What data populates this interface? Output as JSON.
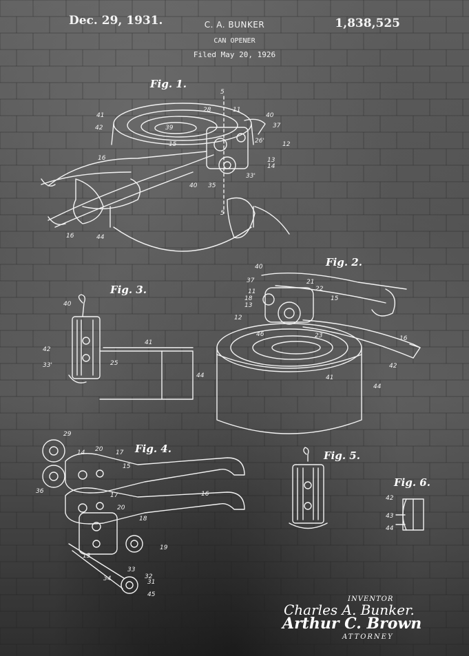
{
  "header": {
    "date": "Dec. 29, 1931.",
    "inventor": "C. A. BUNKER",
    "patent_number": "1,838,525",
    "title": "CAN OPENER",
    "filed": "Filed May 20, 1926"
  },
  "figures": {
    "fig1": "Fig. 1.",
    "fig2": "Fig. 2.",
    "fig3": "Fig. 3.",
    "fig4": "Fig. 4.",
    "fig5": "Fig. 5.",
    "fig6": "Fig. 6."
  },
  "signatures": {
    "inventor_label": "INVENTOR",
    "inventor_name": "Charles A. Bunker.",
    "attorney_name": "Arthur C. Brown",
    "attorney_label": "ATTORNEY"
  },
  "ref_numbers": {
    "n5a": "5",
    "n28": "28",
    "n11a": "11",
    "n40a": "40",
    "n37a": "37",
    "n41a": "41",
    "n42a": "42",
    "n39": "39",
    "n26a": "26'",
    "n12a": "12",
    "n13a": "13",
    "n14a": "14",
    "n15a": "15",
    "n16a": "16",
    "n33a": "33'",
    "n35a": "35",
    "n40b": "40",
    "n5b": "5",
    "n16b": "16",
    "n44a": "44",
    "n40c": "40",
    "n37b": "37",
    "n21a": "21",
    "n22a": "22",
    "n11b": "11",
    "n15b": "15",
    "n18a": "18",
    "n13b": "13",
    "n12b": "12",
    "n46": "46",
    "n23a": "23",
    "n16c": "16",
    "n42b": "42",
    "n41b": "41",
    "n44b": "44",
    "n40d": "40",
    "n25a": "25",
    "n42c": "42",
    "n33b": "33'",
    "n41c": "41",
    "n44c": "44",
    "n29": "29",
    "n14b": "14",
    "n20a": "20",
    "n17a": "17",
    "n15c": "15",
    "n36": "36",
    "n16d": "16",
    "n17b": "17",
    "n20b": "20",
    "n18b": "18",
    "n13c": "13",
    "n19": "19",
    "n31": "31",
    "n32": "32",
    "n45": "45",
    "n34": "34",
    "n33c": "33",
    "n42d": "42",
    "n43": "43",
    "n44d": "44"
  },
  "colors": {
    "ink": "#f2f2f2",
    "background": "#4f4f4f"
  }
}
